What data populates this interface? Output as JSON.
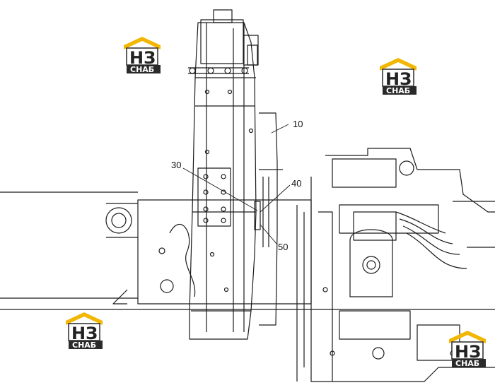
{
  "callouts": {
    "c10": "10",
    "c30": "30",
    "c40": "40",
    "c50": "50"
  },
  "watermark": {
    "mark": "НЗ",
    "caption": "СНАБ",
    "roof_color": "#f2b705",
    "dark_color": "#2a2a2a"
  },
  "colors": {
    "line": "#1a1a1a",
    "background": "#ffffff"
  }
}
